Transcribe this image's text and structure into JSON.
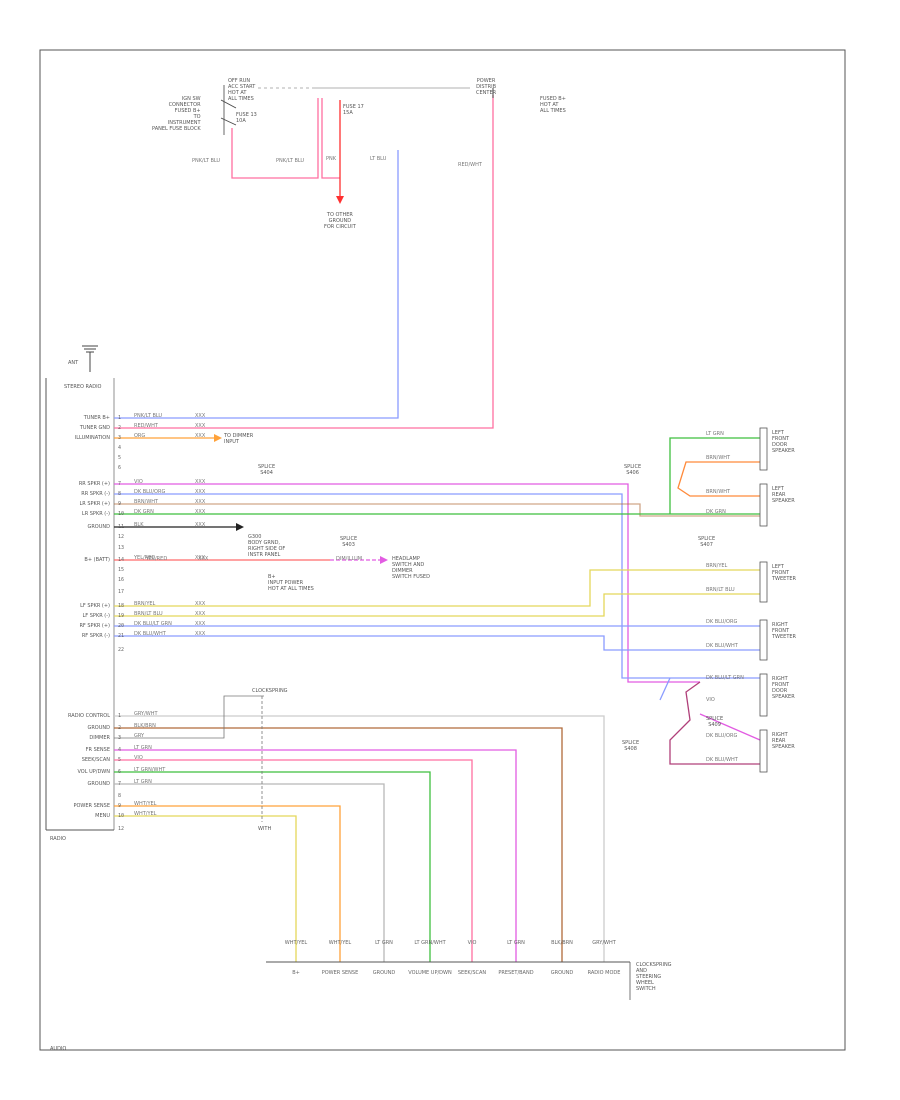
{
  "colors": {
    "frame": "#555555",
    "wire_pink": "#ff6fa0",
    "wire_blue": "#8a9cff",
    "wire_orange": "#ffa23a",
    "wire_green": "#3fbf3f",
    "wire_yellow": "#e4d75a",
    "wire_violet": "#e25ce2",
    "wire_brown": "#b06a3a",
    "wire_gray": "#b8b8b8",
    "wire_red": "#ff3030",
    "wire_black": "#222222"
  },
  "icons": [
    "antenna-icon",
    "ground-icon",
    "connector-icon"
  ],
  "radio": {
    "title": "STEREO RADIO",
    "antenna_label": "ANT",
    "pins_top": [
      {
        "num": "1",
        "name": "TUNER B+",
        "wire": "PNK/LT BLU",
        "code": "XXX"
      },
      {
        "num": "2",
        "name": "TUNER GND",
        "wire": "RED/WHT",
        "code": "XXX"
      },
      {
        "num": "3",
        "name": "ILLUMINATION",
        "wire": "ORG",
        "code": "XXX"
      },
      {
        "num": "4",
        "name": "",
        "wire": "",
        "code": ""
      },
      {
        "num": "5",
        "name": "",
        "wire": "",
        "code": ""
      },
      {
        "num": "6",
        "name": "",
        "wire": "",
        "code": ""
      },
      {
        "num": "7",
        "name": "RR SPKR (+)",
        "wire": "VIO",
        "code": "XXX"
      },
      {
        "num": "8",
        "name": "RR SPKR (-)",
        "wire": "DK BLU/ORG",
        "code": "XXX"
      },
      {
        "num": "9",
        "name": "LR SPKR (+)",
        "wire": "BRN/WHT",
        "code": "XXX"
      },
      {
        "num": "10",
        "name": "LR SPKR (-)",
        "wire": "DK GRN",
        "code": "XXX"
      },
      {
        "num": "11",
        "name": "GROUND",
        "wire": "BLK",
        "code": "XXX"
      },
      {
        "num": "12",
        "name": "",
        "wire": "",
        "code": ""
      },
      {
        "num": "13",
        "name": "",
        "wire": "",
        "code": ""
      },
      {
        "num": "14",
        "name": "B+ (BATT)",
        "wire": "YEL/RED",
        "code": "XXX"
      },
      {
        "num": "15",
        "name": "",
        "wire": "",
        "code": ""
      },
      {
        "num": "16",
        "name": "",
        "wire": "",
        "code": ""
      },
      {
        "num": "17",
        "name": "",
        "wire": "",
        "code": ""
      },
      {
        "num": "18",
        "name": "LF SPKR (+)",
        "wire": "BRN/YEL",
        "code": "XXX"
      },
      {
        "num": "19",
        "name": "LF SPKR (-)",
        "wire": "BRN/LT BLU",
        "code": "XXX"
      },
      {
        "num": "20",
        "name": "RF SPKR (+)",
        "wire": "DK BLU/LT GRN",
        "code": "XXX"
      },
      {
        "num": "21",
        "name": "RF SPKR (-)",
        "wire": "DK BLU/WHT",
        "code": "XXX"
      },
      {
        "num": "22",
        "name": "",
        "wire": "",
        "code": ""
      }
    ],
    "pins_bottom": [
      {
        "num": "1",
        "name": "RADIO CONTROL",
        "wire": "GRY/WHT"
      },
      {
        "num": "2",
        "name": "GROUND",
        "wire": "BLK/BRN"
      },
      {
        "num": "3",
        "name": "DIMMER",
        "wire": "GRY"
      },
      {
        "num": "4",
        "name": "FR SENSE",
        "wire": "LT GRN"
      },
      {
        "num": "5",
        "name": "SEEK/SCAN",
        "wire": "VIO"
      },
      {
        "num": "6",
        "name": "VOL UP/DWN",
        "wire": "LT GRN/WHT"
      },
      {
        "num": "7",
        "name": "GROUND",
        "wire": "LT GRN"
      },
      {
        "num": "8",
        "name": "",
        "wire": ""
      },
      {
        "num": "9",
        "name": "POWER SENSE",
        "wire": "WHT/YEL"
      },
      {
        "num": "10",
        "name": "MENU",
        "wire": "WHT/YEL"
      }
    ],
    "footer_label": "RADIO",
    "bottom_pin_label": "12"
  },
  "top": {
    "switch_label": [
      "OFF RUN",
      "ACC START",
      "HOT AT",
      "ALL TIMES"
    ],
    "switch_left_labels": [
      "IGN SW",
      "CONNECTOR",
      "FUSED B+",
      "TO",
      "INSTRUMENT",
      "PANEL FUSE BLOCK"
    ],
    "fuse_label": [
      "FUSE 13",
      "10A"
    ],
    "fuse_label2": [
      "FUSE 17",
      "15A"
    ],
    "wire_left_a": "PNK/LT BLU",
    "wire_left_b": "PNK/LT BLU",
    "wire_mid": "PNK",
    "wire_right": "LT BLU",
    "wire_far_right": "RED/WHT",
    "ground_text": [
      "TO OTHER",
      "GROUND",
      "FOR CIRCUIT"
    ],
    "pdc_label": [
      "POWER",
      "DISTRIB",
      "CENTER"
    ],
    "pdc_right_label": [
      "FUSED B+",
      "HOT AT",
      "ALL TIMES"
    ]
  },
  "mid_labels": {
    "illum_note": [
      "TO DIMMER",
      "INPUT"
    ],
    "splice_a": [
      "SPLICE",
      "S404"
    ],
    "splice_b": [
      "SPLICE",
      "S403"
    ],
    "gnd_note": [
      "G300",
      "BODY GRND,",
      "RIGHT SIDE OF",
      "INSTR PANEL"
    ],
    "dimmer_wire": "YEL/RED",
    "dimmer_code": "XXX",
    "dimmer_sw_label": "DIM/ILLUM",
    "b_plus_note": [
      "B+",
      "INPUT POWER",
      "HOT AT ALL TIMES"
    ],
    "tip_note": [
      "HEADLAMP",
      "SWITCH AND",
      "DIMMER",
      "SWITCH FUSED"
    ]
  },
  "speakers": [
    {
      "id": "lf-speaker",
      "label": [
        "LEFT",
        "FRONT",
        "DOOR",
        "SPEAKER"
      ],
      "wires": [
        "LT GRN",
        "BRN/WHT"
      ]
    },
    {
      "id": "lr-speaker",
      "label": [
        "LEFT",
        "REAR",
        "SPEAKER"
      ],
      "wires": [
        "BRN/WHT",
        "DK GRN"
      ]
    },
    {
      "id": "lf-tweeter",
      "label": [
        "LEFT",
        "FRONT",
        "TWEETER"
      ],
      "wires": [
        "BRN/YEL",
        "BRN/LT BLU"
      ]
    },
    {
      "id": "rf-tweeter",
      "label": [
        "RIGHT",
        "FRONT",
        "TWEETER"
      ],
      "wires": [
        "DK BLU/ORG",
        "DK BLU/WHT"
      ]
    },
    {
      "id": "rf-speaker",
      "label": [
        "RIGHT",
        "FRONT",
        "DOOR",
        "SPEAKER"
      ],
      "wires": [
        "DK BLU/LT GRN",
        "VIO"
      ]
    },
    {
      "id": "rr-speaker",
      "label": [
        "RIGHT",
        "REAR",
        "SPEAKER"
      ],
      "wires": [
        "DK BLU/ORG",
        "DK BLU/WHT"
      ]
    }
  ],
  "splices_right": [
    {
      "label": [
        "SPLICE",
        "S406"
      ]
    },
    {
      "label": [
        "SPLICE",
        "S407"
      ]
    },
    {
      "label": [
        "SPLICE",
        "S408"
      ]
    },
    {
      "label": [
        "SPLICE",
        "S409"
      ]
    }
  ],
  "bottom_connector": {
    "title": [
      "CLOCKSPRING",
      "WITH"
    ],
    "right_label": [
      "CLOCKSPRING",
      "AND",
      "STEERING",
      "WHEEL",
      "SWITCH"
    ],
    "cols": [
      {
        "wire": "WHT/YEL",
        "name": "B+"
      },
      {
        "wire": "WHT/YEL",
        "name": "POWER SENSE"
      },
      {
        "wire": "LT GRN",
        "name": "GROUND"
      },
      {
        "wire": "LT GRN/WHT",
        "name": "VOLUME UP/DWN"
      },
      {
        "wire": "VIO",
        "name": "SEEK/SCAN"
      },
      {
        "wire": "LT GRN",
        "name": "PRESET/BAND"
      },
      {
        "wire": "BLK/BRN",
        "name": "GROUND"
      },
      {
        "wire": "GRY/WHT",
        "name": "RADIO MODE"
      }
    ]
  },
  "page_footer": "AUDIO"
}
